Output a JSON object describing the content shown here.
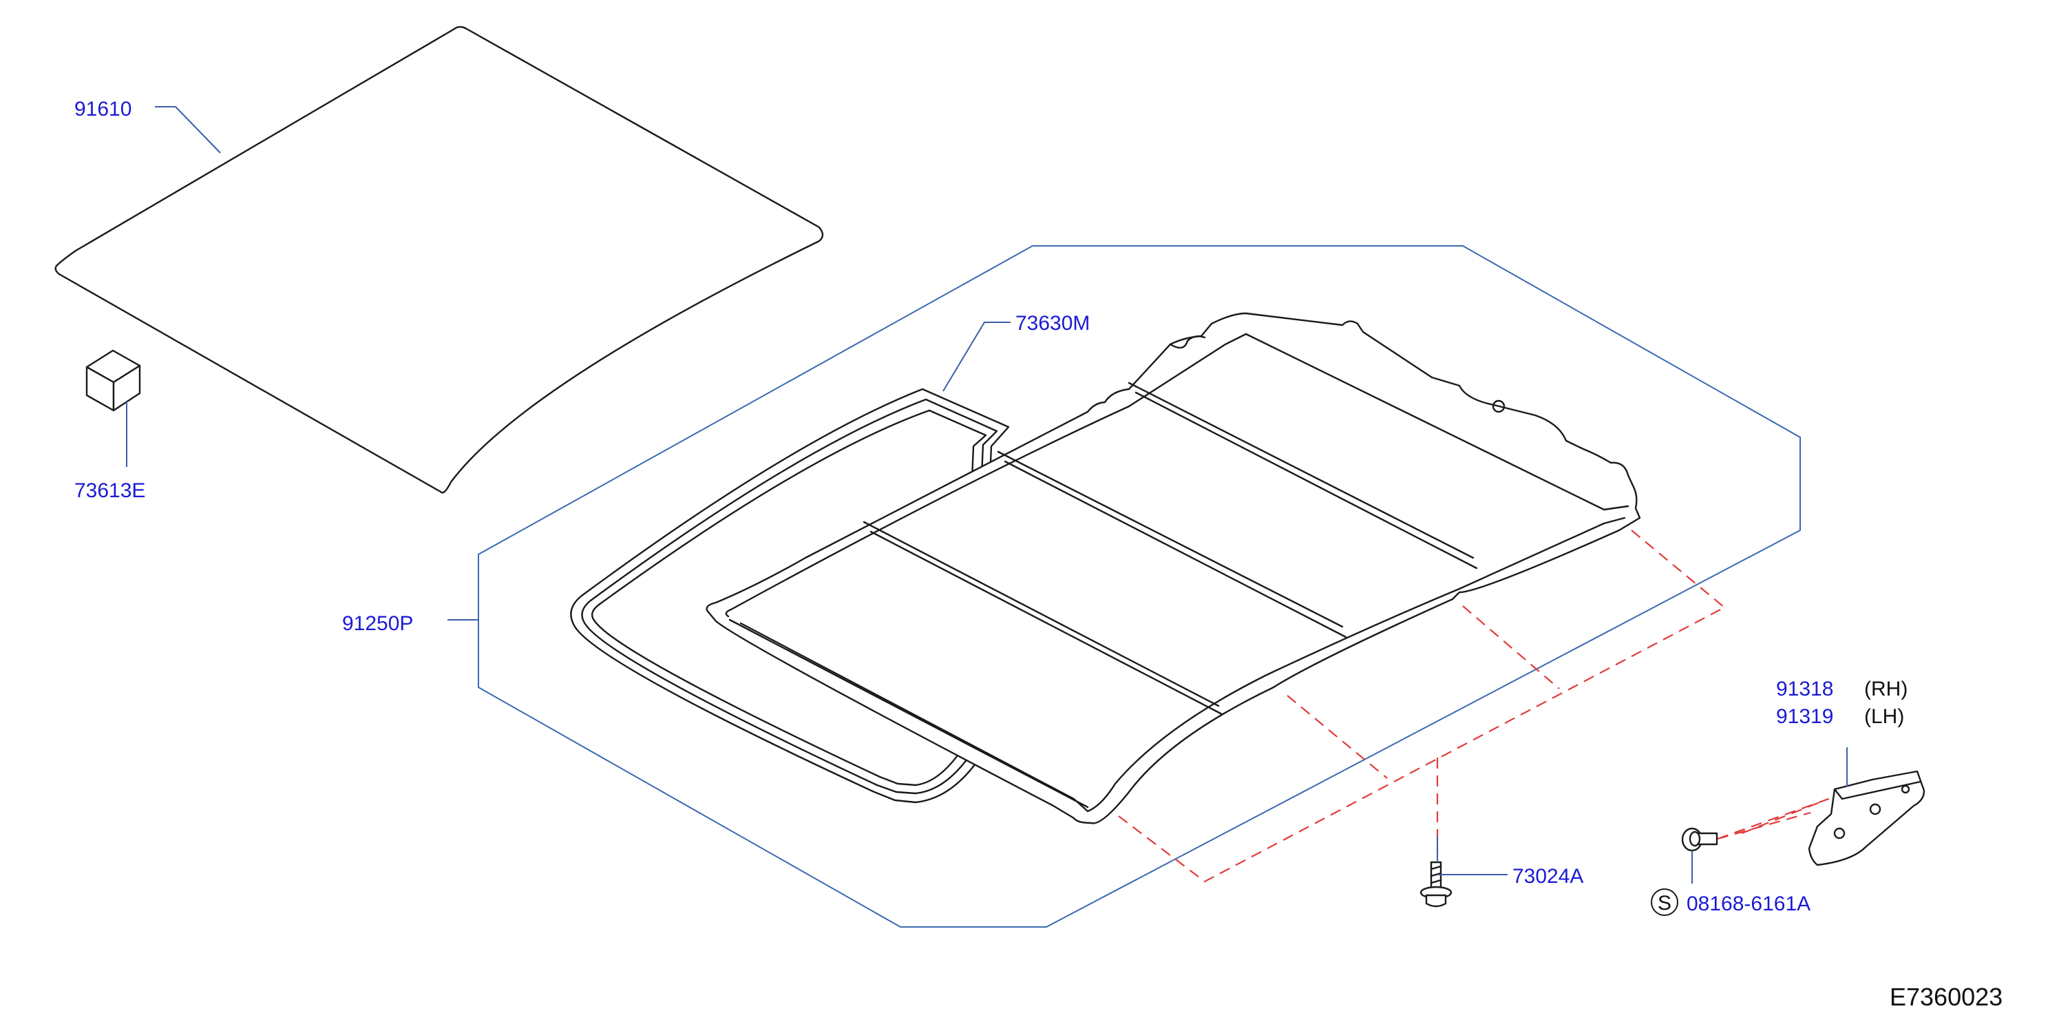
{
  "diagram": {
    "id": "E7360023",
    "colors": {
      "label": "#1a1ad6",
      "leader": "#3a5fa8",
      "dashed_guide": "#e23a3a",
      "outline": "#1a1a1a"
    },
    "parts": [
      {
        "key": "roof_panel",
        "number": "91610"
      },
      {
        "key": "clip",
        "number": "73613E"
      },
      {
        "key": "sunroof_seal",
        "number": "73630M"
      },
      {
        "key": "sunroof_assembly",
        "number": "91250P"
      },
      {
        "key": "bracket_rh",
        "number": "91318",
        "side": "(RH)"
      },
      {
        "key": "bracket_lh",
        "number": "91319",
        "side": "(LH)"
      },
      {
        "key": "bolt",
        "number": "73024A"
      },
      {
        "key": "screw",
        "number": "08168-6161A",
        "symbol": "S"
      }
    ]
  }
}
